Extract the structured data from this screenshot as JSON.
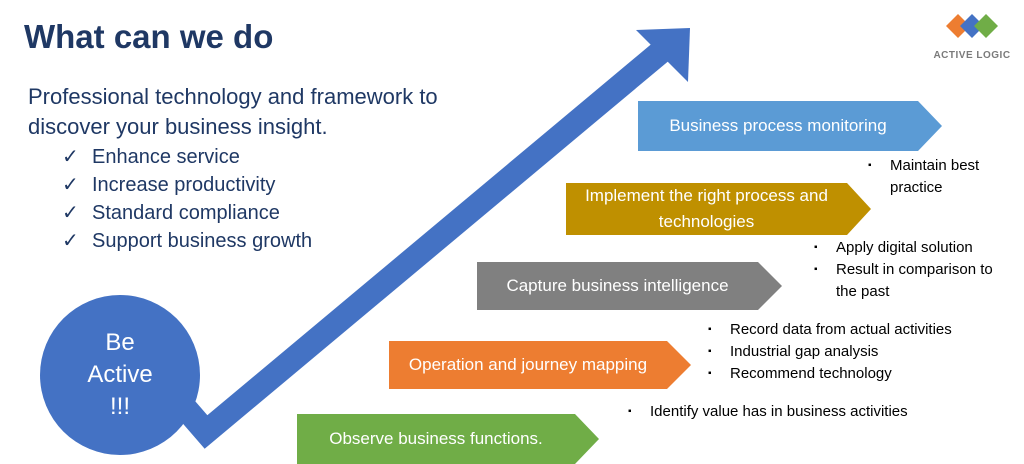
{
  "title": "What can we do",
  "intro": "Professional technology and framework to discover your business insight.",
  "benefits": [
    "Enhance service",
    "Increase productivity",
    "Standard compliance",
    "Support business growth"
  ],
  "circle_label": "Be\nActive\n!!!",
  "logo": {
    "text": "ACTIVE LOGIC"
  },
  "steps": [
    {
      "label": "Business process monitoring",
      "color": "#5b9bd5",
      "notes": [
        "Maintain best practice"
      ]
    },
    {
      "label": "Implement the right process and technologies",
      "color": "#bf9000",
      "notes": [
        "Apply digital solution",
        "Result in comparison to the past"
      ]
    },
    {
      "label": "Capture business intelligence",
      "color": "#808080",
      "notes": [
        "Record data from actual activities",
        "Industrial gap analysis",
        "Recommend technology"
      ]
    },
    {
      "label": "Operation and journey mapping",
      "color": "#ed7d31",
      "notes": [
        "Identify value has in business activities"
      ]
    },
    {
      "label": "Observe business functions.",
      "color": "#70ad47",
      "notes": []
    }
  ],
  "colors": {
    "arrow": "#4472c4",
    "text": "#1f3864"
  }
}
